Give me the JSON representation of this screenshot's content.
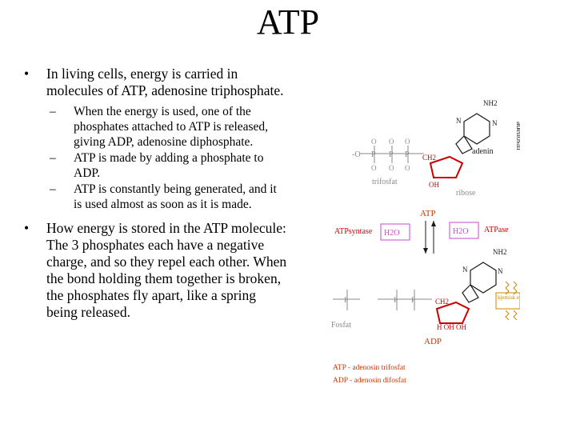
{
  "title": "ATP",
  "bullets": [
    {
      "text": "In living cells, energy is carried in molecules of ATP, adenosine triphosphate.",
      "subs": [
        "When the energy is used, one of the phosphates attached to ATP is released, giving ADP, adenosine diphosphate.",
        "ATP is made by adding a phosphate to ADP.",
        "ATP is constantly being generated, and it is used almost as soon as it is made."
      ]
    },
    {
      "text": "How energy is stored in the ATP molecule: The 3 phosphates each have a negative charge, and so they repel each other.  When the bond holding them together is broken, the phosphates fly apart, like a spring being released.",
      "subs": []
    }
  ],
  "diagram": {
    "atp_label": "ATP",
    "adp_label": "ADP",
    "adenin": "adenin",
    "adenosin": "adenosin",
    "ribose": "ribose",
    "trifosfat": "trifosfat",
    "fosfat": "Fosfat",
    "atpsyntase": "ATPsyntase",
    "atpase": "ATPase",
    "h2o_left": "H2O",
    "h2o_right": "H2O",
    "kjemisk_energi": "kjemisk energi",
    "legend_atp": "ATP - adenosin trifosfat",
    "legend_adp": "ADP - adenosin difosfat",
    "colors": {
      "phosphate": "#8a8a8a",
      "ribose": "#cc0000",
      "adenine": "#1a1a1a",
      "enzyme": "#cc0000",
      "water": "#cc44cc",
      "energy": "#cc8800",
      "atp_label": "#cc3300"
    }
  }
}
